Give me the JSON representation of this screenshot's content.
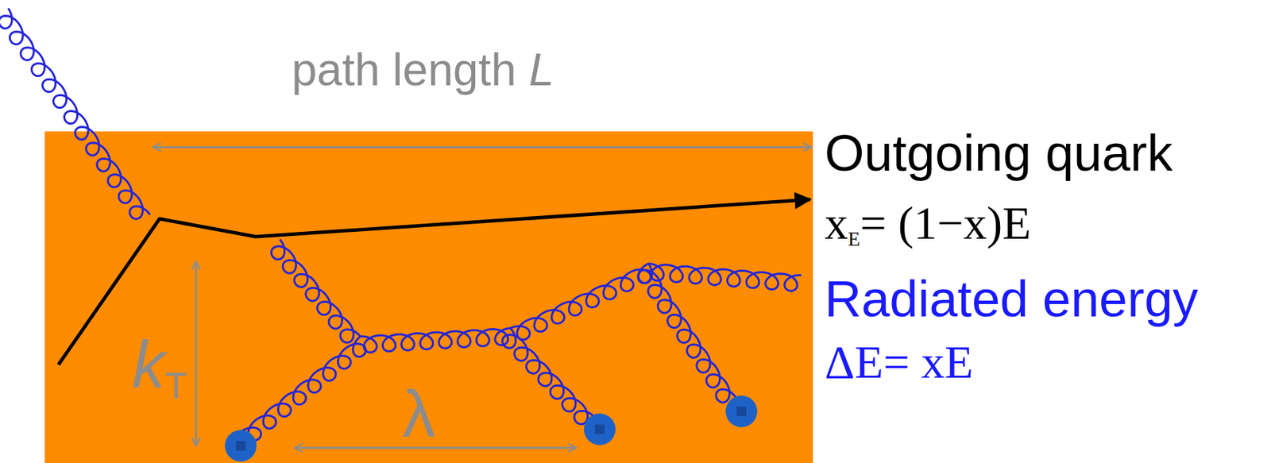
{
  "diagram": {
    "labels": [
      "path length",
      "L",
      "Outgoing quark",
      "x",
      "E",
      "= (1−x)E",
      "Radiated energy",
      "ΔE= xE",
      "k",
      "T",
      "λ"
    ]
  }
}
